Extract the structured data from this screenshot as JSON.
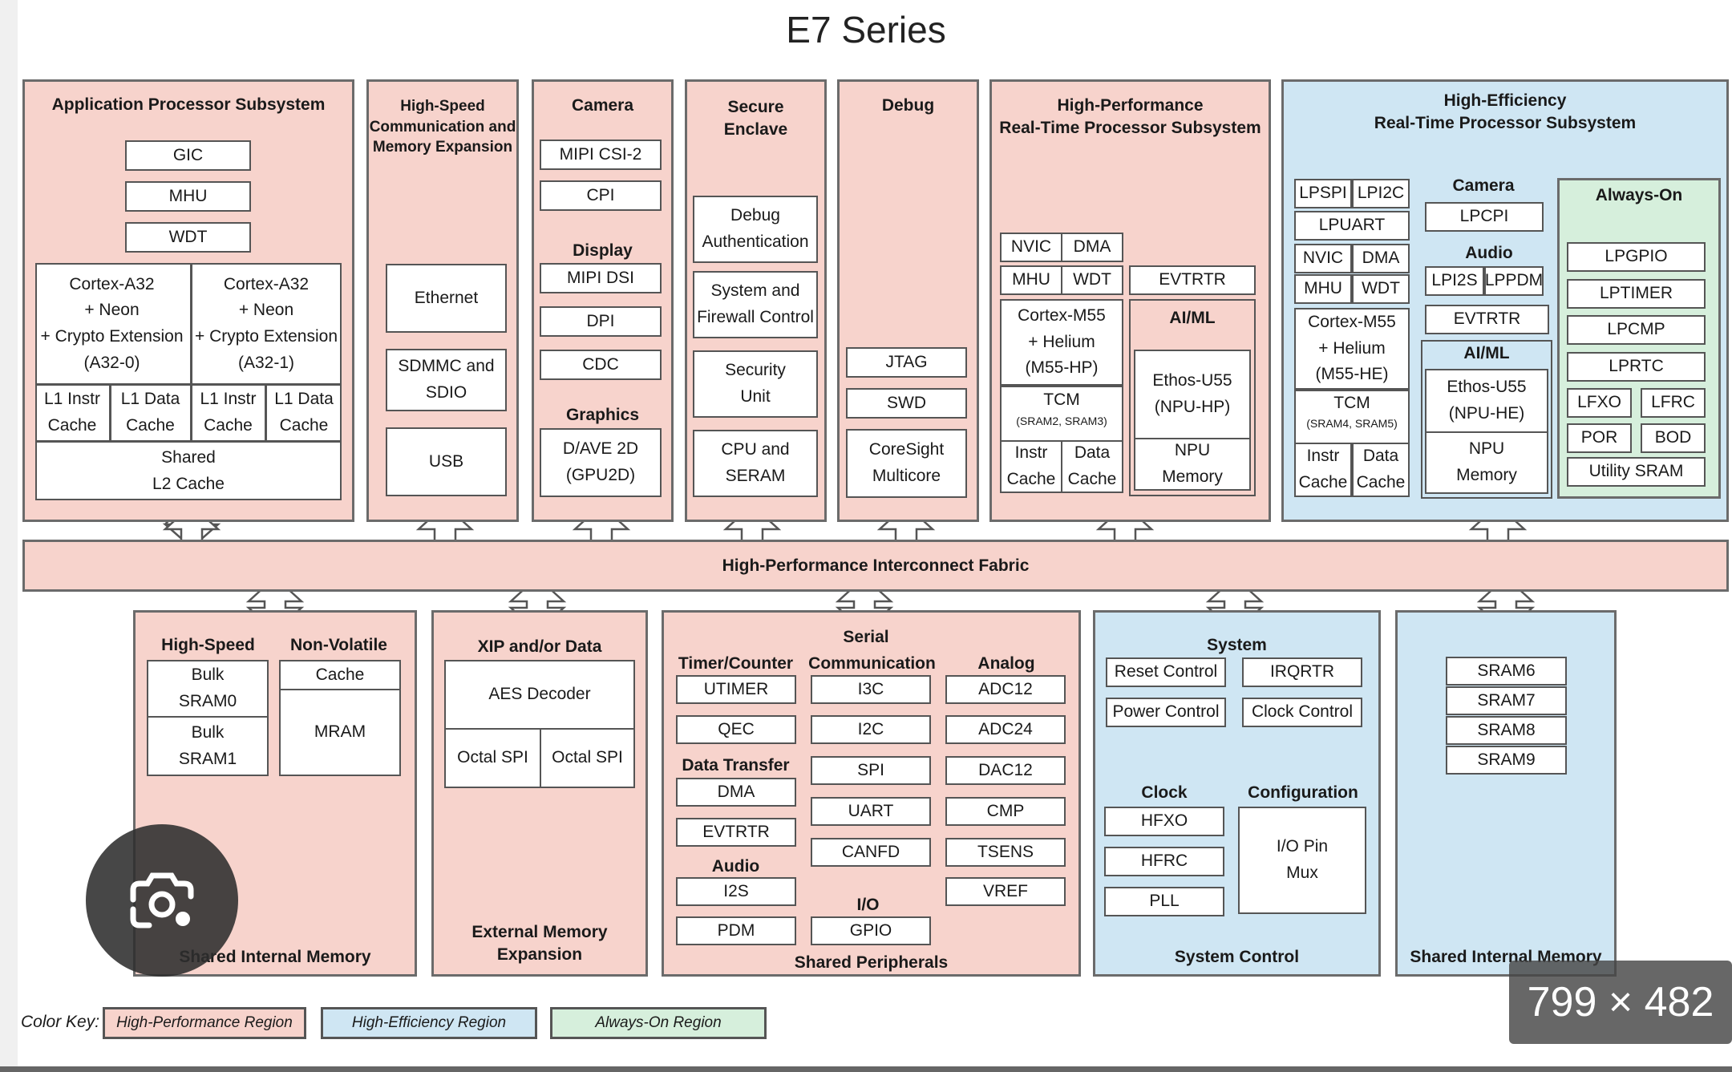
{
  "title": "E7 Series",
  "colors": {
    "high_performance": "#f7d3cc",
    "high_efficiency": "#cfe6f3",
    "always_on": "#d6efdc"
  },
  "app": {
    "title": "Application Processor Subsystem",
    "gic": "GIC",
    "mhu": "MHU",
    "wdt": "WDT",
    "core0": "Cortex-A32\n+ Neon\n+ Crypto Extension\n(A32-0)",
    "core1": "Cortex-A32\n+ Neon\n+ Crypto Extension\n(A32-1)",
    "l1i": "L1 Instr\nCache",
    "l1d": "L1 Data\nCache",
    "l2": "Shared\nL2 Cache"
  },
  "hscomm": {
    "title": "High-Speed\nCommunication and\nMemory Expansion",
    "ethernet": "Ethernet",
    "sdmmc": "SDMMC and\nSDIO",
    "usb": "USB"
  },
  "camera": {
    "title": "Camera",
    "csi": "MIPI CSI-2",
    "cpi": "CPI",
    "display_title": "Display",
    "dsi": "MIPI DSI",
    "dpi": "DPI",
    "cdc": "CDC",
    "graphics_title": "Graphics",
    "gpu": "D/AVE 2D\n(GPU2D)"
  },
  "secure": {
    "title": "Secure\nEnclave",
    "debug_auth": "Debug\nAuthentication",
    "firewall": "System and\nFirewall Control",
    "security": "Security\nUnit",
    "cpu": "CPU and\nSERAM"
  },
  "debug": {
    "title": "Debug",
    "jtag": "JTAG",
    "swd": "SWD",
    "coresight": "CoreSight\nMulticore"
  },
  "hprt": {
    "title": "High-Performance\nReal-Time Processor Subsystem",
    "nvic": "NVIC",
    "dma": "DMA",
    "mhu": "MHU",
    "wdt": "WDT",
    "evtrtr": "EVTRTR",
    "core": "Cortex-M55\n+ Helium\n(M55-HP)",
    "tcm": "TCM",
    "tcm_sub": "(SRAM2, SRAM3)",
    "icache": "Instr\nCache",
    "dcache": "Data\nCache",
    "aiml": "AI/ML",
    "ethos": "Ethos-U55\n(NPU-HP)",
    "npu_mem": "NPU\nMemory"
  },
  "hert": {
    "title": "High-Efficiency\nReal-Time Processor Subsystem",
    "lpspi": "LPSPI",
    "lpi2c": "LPI2C",
    "lpuart": "LPUART",
    "nvic": "NVIC",
    "dma": "DMA",
    "mhu": "MHU",
    "wdt": "WDT",
    "core": "Cortex-M55\n+ Helium\n(M55-HE)",
    "tcm": "TCM",
    "tcm_sub": "(SRAM4, SRAM5)",
    "icache": "Instr\nCache",
    "dcache": "Data\nCache",
    "camera_title": "Camera",
    "lpcpi": "LPCPI",
    "audio_title": "Audio",
    "lpi2s": "LPI2S",
    "lppdm": "LPPDM",
    "evtrtr": "EVTRTR",
    "aiml": "AI/ML",
    "ethos": "Ethos-U55\n(NPU-HE)",
    "npu_mem": "NPU\nMemory"
  },
  "always_on": {
    "title": "Always-On",
    "lpgpio": "LPGPIO",
    "lptimer": "LPTIMER",
    "lpcmp": "LPCMP",
    "lprtc": "LPRTC",
    "lfxo": "LFXO",
    "lfrc": "LFRC",
    "por": "POR",
    "bod": "BOD",
    "sram": "Utility SRAM"
  },
  "fabric": "High-Performance Interconnect Fabric",
  "sim": {
    "title": "Shared Internal Memory",
    "hs_title": "High-Speed",
    "nv_title": "Non-Volatile",
    "bulk0": "Bulk\nSRAM0",
    "bulk1": "Bulk\nSRAM1",
    "cache": "Cache",
    "mram": "MRAM"
  },
  "xip": {
    "title": "XIP and/or Data",
    "aes": "AES Decoder",
    "ospi1": "Octal SPI",
    "ospi2": "Octal SPI",
    "footer": "External Memory\nExpansion"
  },
  "periph": {
    "title": "Serial",
    "footer": "Shared Peripherals",
    "timer_title": "Timer/Counter",
    "utimer": "UTIMER",
    "qec": "QEC",
    "dt_title": "Data Transfer",
    "dma": "DMA",
    "evtrtr": "EVTRTR",
    "audio_title": "Audio",
    "i2s": "I2S",
    "pdm": "PDM",
    "comm_title": "Communication",
    "i3c": "I3C",
    "i2c": "I2C",
    "spi": "SPI",
    "uart": "UART",
    "canfd": "CANFD",
    "io_title": "I/O",
    "gpio": "GPIO",
    "analog_title": "Analog",
    "adc12": "ADC12",
    "adc24": "ADC24",
    "dac12": "DAC12",
    "cmp": "CMP",
    "tsens": "TSENS",
    "vref": "VREF"
  },
  "sysctl": {
    "title": "System",
    "footer": "System Control",
    "reset": "Reset Control",
    "irqrtr": "IRQRTR",
    "power": "Power Control",
    "clock": "Clock Control",
    "clkgen_title": "Clock Generation",
    "hfxo": "HFXO",
    "hfrc": "HFRC",
    "pll": "PLL",
    "config_title": "Configuration",
    "iopin": "I/O Pin\nMux"
  },
  "shmem2": {
    "footer": "Shared Internal Memory",
    "sram6": "SRAM6",
    "sram7": "SRAM7",
    "sram8": "SRAM8",
    "sram9": "SRAM9"
  },
  "legend": {
    "label": "Color Key:",
    "hp": "High-Performance Region",
    "he": "High-Efficiency Region",
    "ao": "Always-On Region"
  },
  "overlay": {
    "dimensions": "799 × 482",
    "lens_icon": "visual-search-icon"
  }
}
